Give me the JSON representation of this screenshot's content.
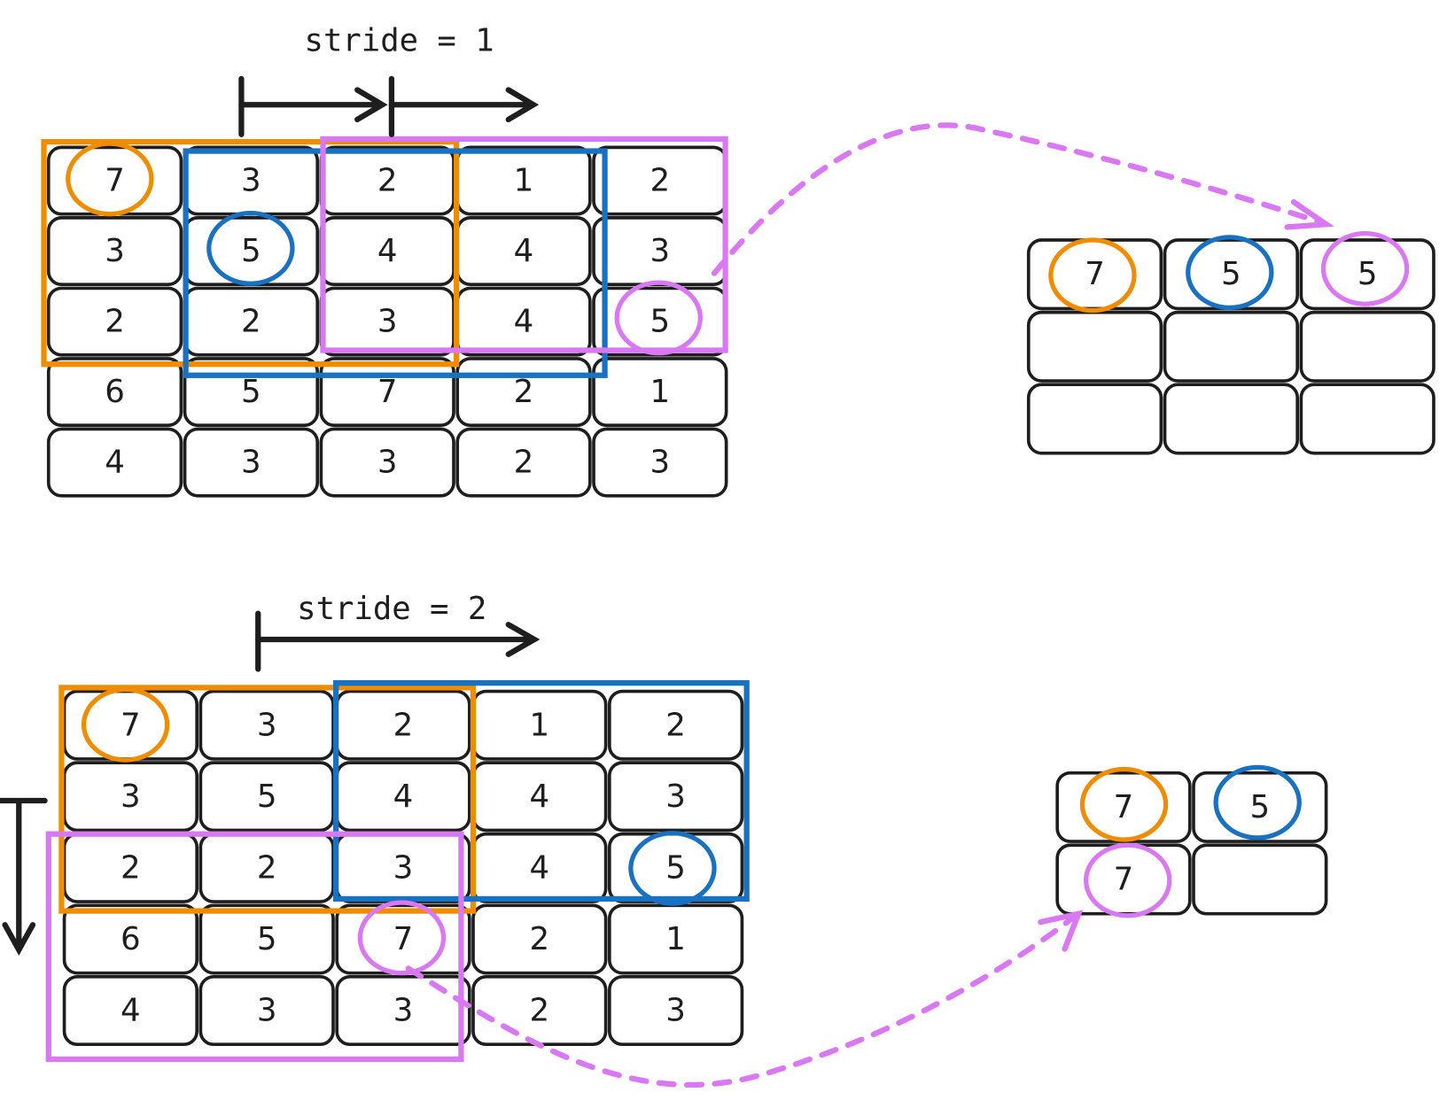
{
  "colors": {
    "orange": "#f08c00",
    "blue": "#1971c2",
    "pink": "#da77f2",
    "ink": "#1e1e1e"
  },
  "top_example": {
    "stride_label": "stride = 1",
    "input_grid": [
      [
        7,
        3,
        2,
        1,
        2
      ],
      [
        3,
        5,
        4,
        4,
        3
      ],
      [
        2,
        2,
        3,
        4,
        5
      ],
      [
        6,
        5,
        7,
        2,
        1
      ],
      [
        4,
        3,
        3,
        2,
        3
      ]
    ],
    "output_grid": [
      [
        "7",
        "5",
        "5"
      ],
      [
        "",
        "",
        ""
      ],
      [
        "",
        "",
        ""
      ]
    ]
  },
  "bottom_example": {
    "stride_label": "stride = 2",
    "input_grid": [
      [
        7,
        3,
        2,
        1,
        2
      ],
      [
        3,
        5,
        4,
        4,
        3
      ],
      [
        2,
        2,
        3,
        4,
        5
      ],
      [
        6,
        5,
        7,
        2,
        1
      ],
      [
        4,
        3,
        3,
        2,
        3
      ]
    ],
    "output_grid": [
      [
        "7",
        "5"
      ],
      [
        "7",
        ""
      ]
    ]
  }
}
